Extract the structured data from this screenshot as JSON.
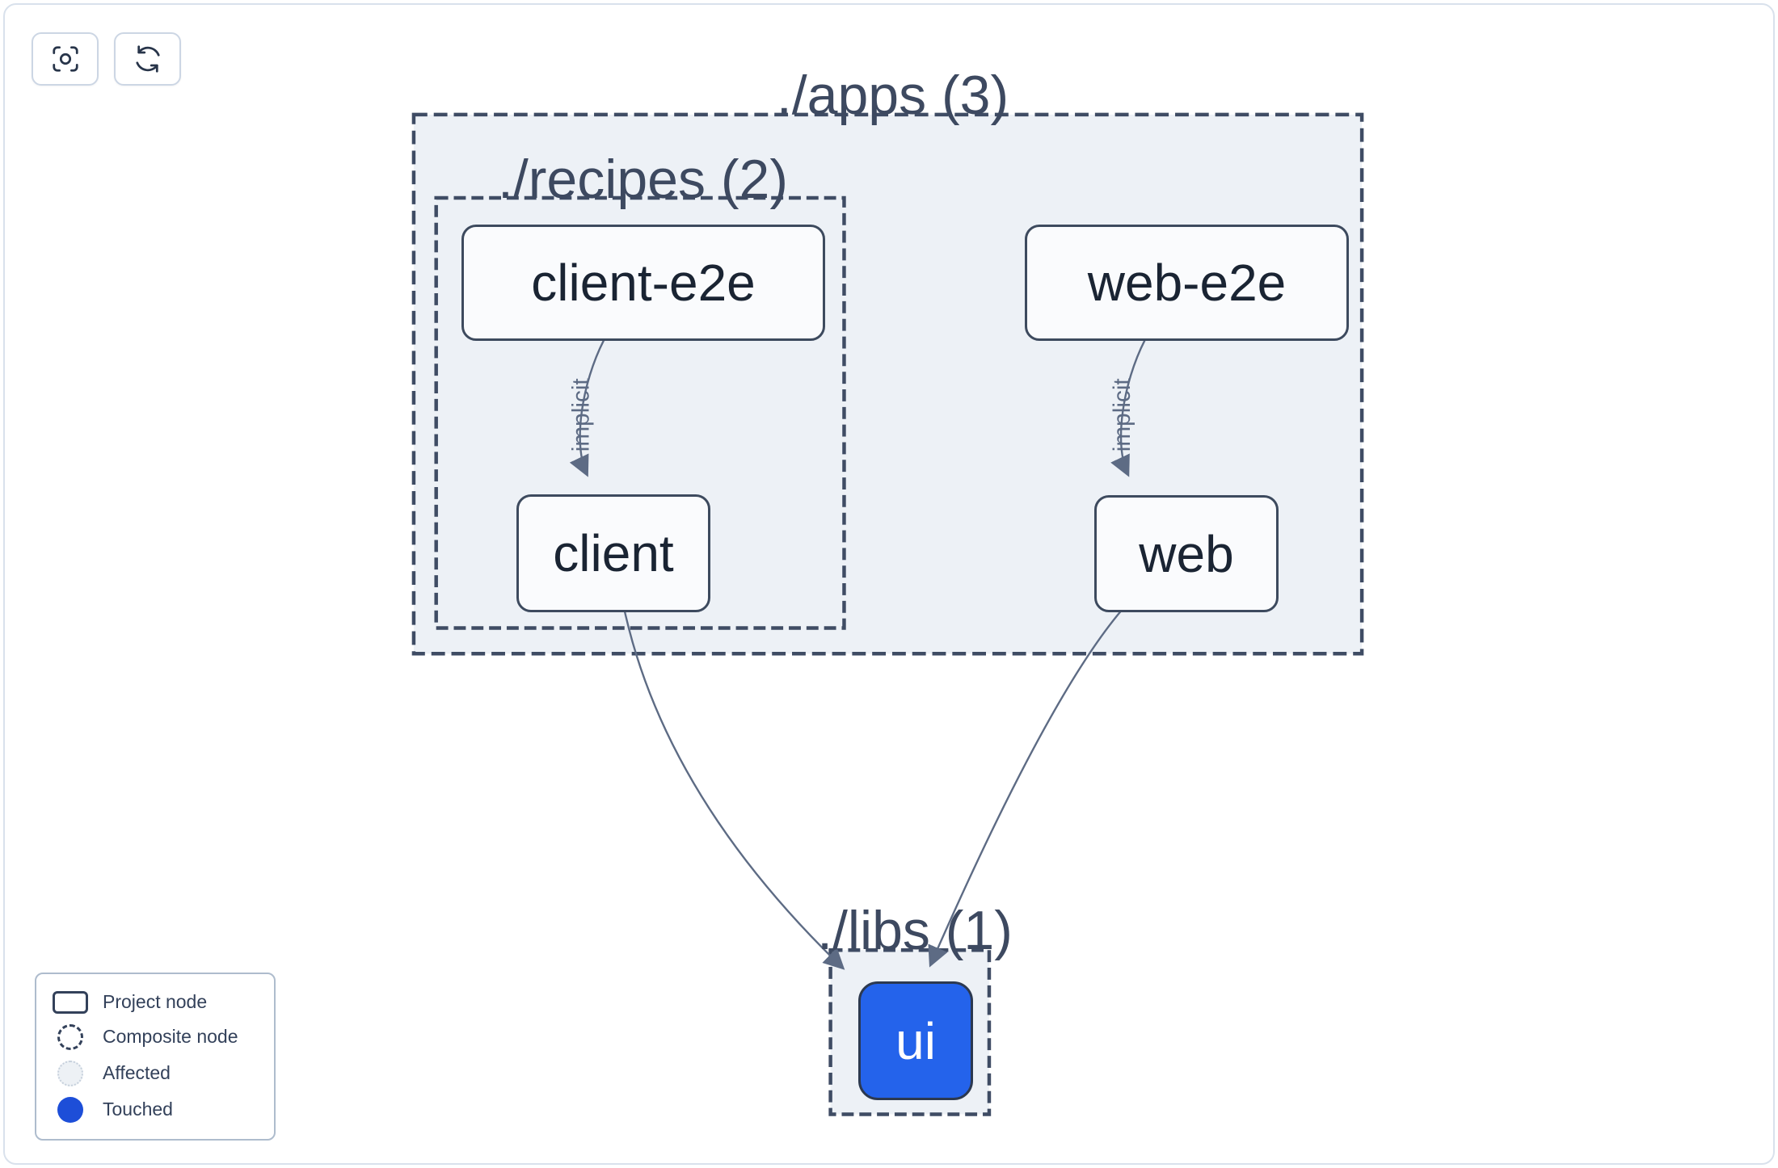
{
  "toolbar": {
    "buttons": [
      {
        "name": "center-graph",
        "icon": "viewfinder-icon"
      },
      {
        "name": "refresh-graph",
        "icon": "refresh-icon"
      }
    ]
  },
  "graph": {
    "composites": [
      {
        "id": "apps",
        "label": "./apps (3)",
        "count": 3
      },
      {
        "id": "recipes",
        "label": "./recipes (2)",
        "count": 2
      },
      {
        "id": "libs",
        "label": "./libs (1)",
        "count": 1
      }
    ],
    "nodes": [
      {
        "id": "client-e2e",
        "label": "client-e2e",
        "state": "normal",
        "parent": "./apps/./recipes"
      },
      {
        "id": "web-e2e",
        "label": "web-e2e",
        "state": "normal",
        "parent": "./apps"
      },
      {
        "id": "client",
        "label": "client",
        "state": "normal",
        "parent": "./apps/./recipes"
      },
      {
        "id": "web",
        "label": "web",
        "state": "normal",
        "parent": "./apps"
      },
      {
        "id": "ui",
        "label": "ui",
        "state": "touched",
        "parent": "./libs"
      }
    ],
    "edges": [
      {
        "from": "client-e2e",
        "to": "client",
        "label": "implicit"
      },
      {
        "from": "web-e2e",
        "to": "web",
        "label": "implicit"
      },
      {
        "from": "client",
        "to": "ui",
        "label": ""
      },
      {
        "from": "web",
        "to": "ui",
        "label": ""
      }
    ]
  },
  "legend": {
    "items": [
      {
        "icon": "project-node-icon",
        "label": "Project node"
      },
      {
        "icon": "composite-node-icon",
        "label": "Composite node"
      },
      {
        "icon": "affected-icon",
        "label": "Affected"
      },
      {
        "icon": "touched-icon",
        "label": "Touched"
      }
    ]
  },
  "colors": {
    "touched_node_fill": "#2463eb",
    "legend_touched_fill": "#1d4ed8",
    "composite_fill": "#edf1f6",
    "composite_border": "#3f4c64",
    "node_border": "#3d4a5e",
    "node_fill": "#fafbfd",
    "edge_stroke": "#5d6b84",
    "label_text": "#3d4960",
    "node_text": "#1a2433"
  }
}
